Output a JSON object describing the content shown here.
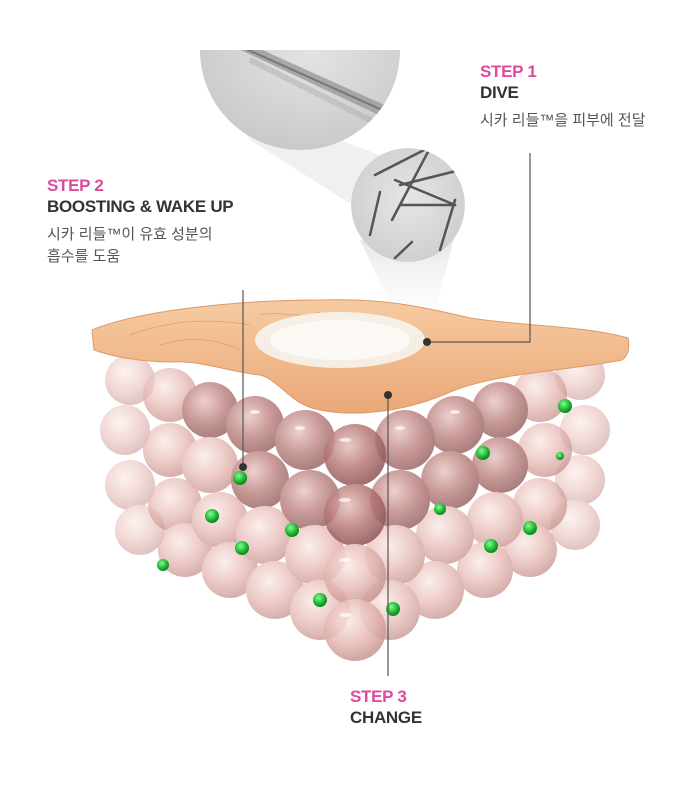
{
  "steps": [
    {
      "step": "STEP 1",
      "title": "DIVE",
      "desc_lines": [
        "시카 리들™을 피부에 전달"
      ]
    },
    {
      "step": "STEP 2",
      "title": "BOOSTING & WAKE UP",
      "desc_lines": [
        "시카 리들™이 유효 성분의",
        "흡수를 도움"
      ]
    },
    {
      "step": "STEP 3",
      "title": "CHANGE",
      "desc_lines": []
    }
  ],
  "colors": {
    "step_accent": "#e0499e",
    "title_text": "#333333",
    "desc_text": "#555555",
    "skin_top": "#f2b98a",
    "cell": "#d9a3a0",
    "active_dot": "#27c43a",
    "leader_line": "#555555"
  },
  "illustration": {
    "microscope_large": "needle-closeup-icon",
    "microscope_small": "spicule-cluster-icon",
    "skin_block": "skin-layer-cells-icon"
  }
}
